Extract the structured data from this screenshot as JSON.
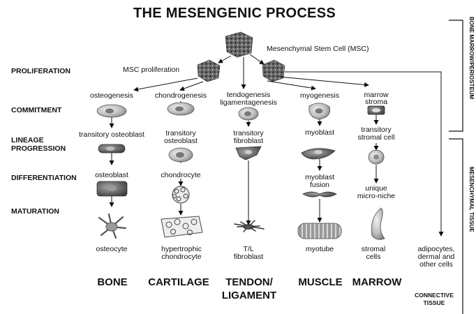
{
  "title": "THE MESENGENIC PROCESS",
  "msc_label": "Mesenchymal Stem Cell (MSC)",
  "msc_proliferation_label": "MSC proliferation",
  "stages": {
    "proliferation": "PROLIFERATION",
    "commitment": "COMMITMENT",
    "lineage_1": "LINEAGE",
    "lineage_2": "PROGRESSION",
    "differentiation": "DIFFERENTIATION",
    "maturation": "MATURATION"
  },
  "lineages": {
    "bone": {
      "commitment": "osteogenesis",
      "progression": "transitory osteoblast",
      "differentiation": "osteoblast",
      "mature": "osteocyte",
      "tissue": "BONE"
    },
    "cartilage": {
      "commitment": "chondrogenesis",
      "progression_1": "transitory",
      "progression_2": "osteoblast",
      "differentiation": "chondrocyte",
      "mature_1": "hypertrophic",
      "mature_2": "chondrocyte",
      "tissue": "CARTILAGE"
    },
    "tendon": {
      "commitment_1": "tendogenesis",
      "commitment_2": "ligamentagenesis",
      "progression_1": "transitory",
      "progression_2": "fibroblast",
      "mature_1": "T/L",
      "mature_2": "fibroblast",
      "tissue_1": "TENDON/",
      "tissue_2": "LIGAMENT"
    },
    "muscle": {
      "commitment": "myogenesis",
      "progression": "myoblast",
      "differentiation_1": "myoblast",
      "differentiation_2": "fusion",
      "mature": "myotube",
      "tissue": "MUSCLE"
    },
    "marrow": {
      "commitment_1": "marrow",
      "commitment_2": "stroma",
      "progression_1": "transitory",
      "progression_2": "stromal cell",
      "differentiation_1": "unique",
      "differentiation_2": "micro-niche",
      "mature_1": "stromal",
      "mature_2": "cells",
      "tissue": "MARROW"
    },
    "other": {
      "mature_1": "adipocytes,",
      "mature_2": "dermal and",
      "mature_3": "other cells"
    }
  },
  "side": {
    "bone_marrow": "BONE MARROW/PERIOSTEUM",
    "mesenchymal": "MESENCHYMAL TISSUE",
    "connective_1": "CONNECTIVE",
    "connective_2": "TISSUE"
  }
}
